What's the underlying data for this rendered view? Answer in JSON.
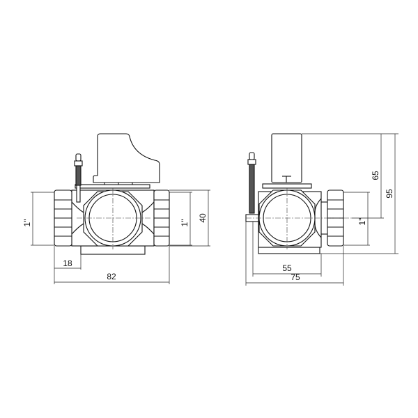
{
  "front_view": {
    "dimensions": {
      "left_connection": "1\"",
      "right_connection": "1\"",
      "height": "40",
      "offset": "18",
      "width": "82"
    }
  },
  "side_view": {
    "dimensions": {
      "connection": "1\"",
      "actuator_height": "65",
      "total_height": "95",
      "body_width": "55",
      "total_width": "75"
    }
  }
}
